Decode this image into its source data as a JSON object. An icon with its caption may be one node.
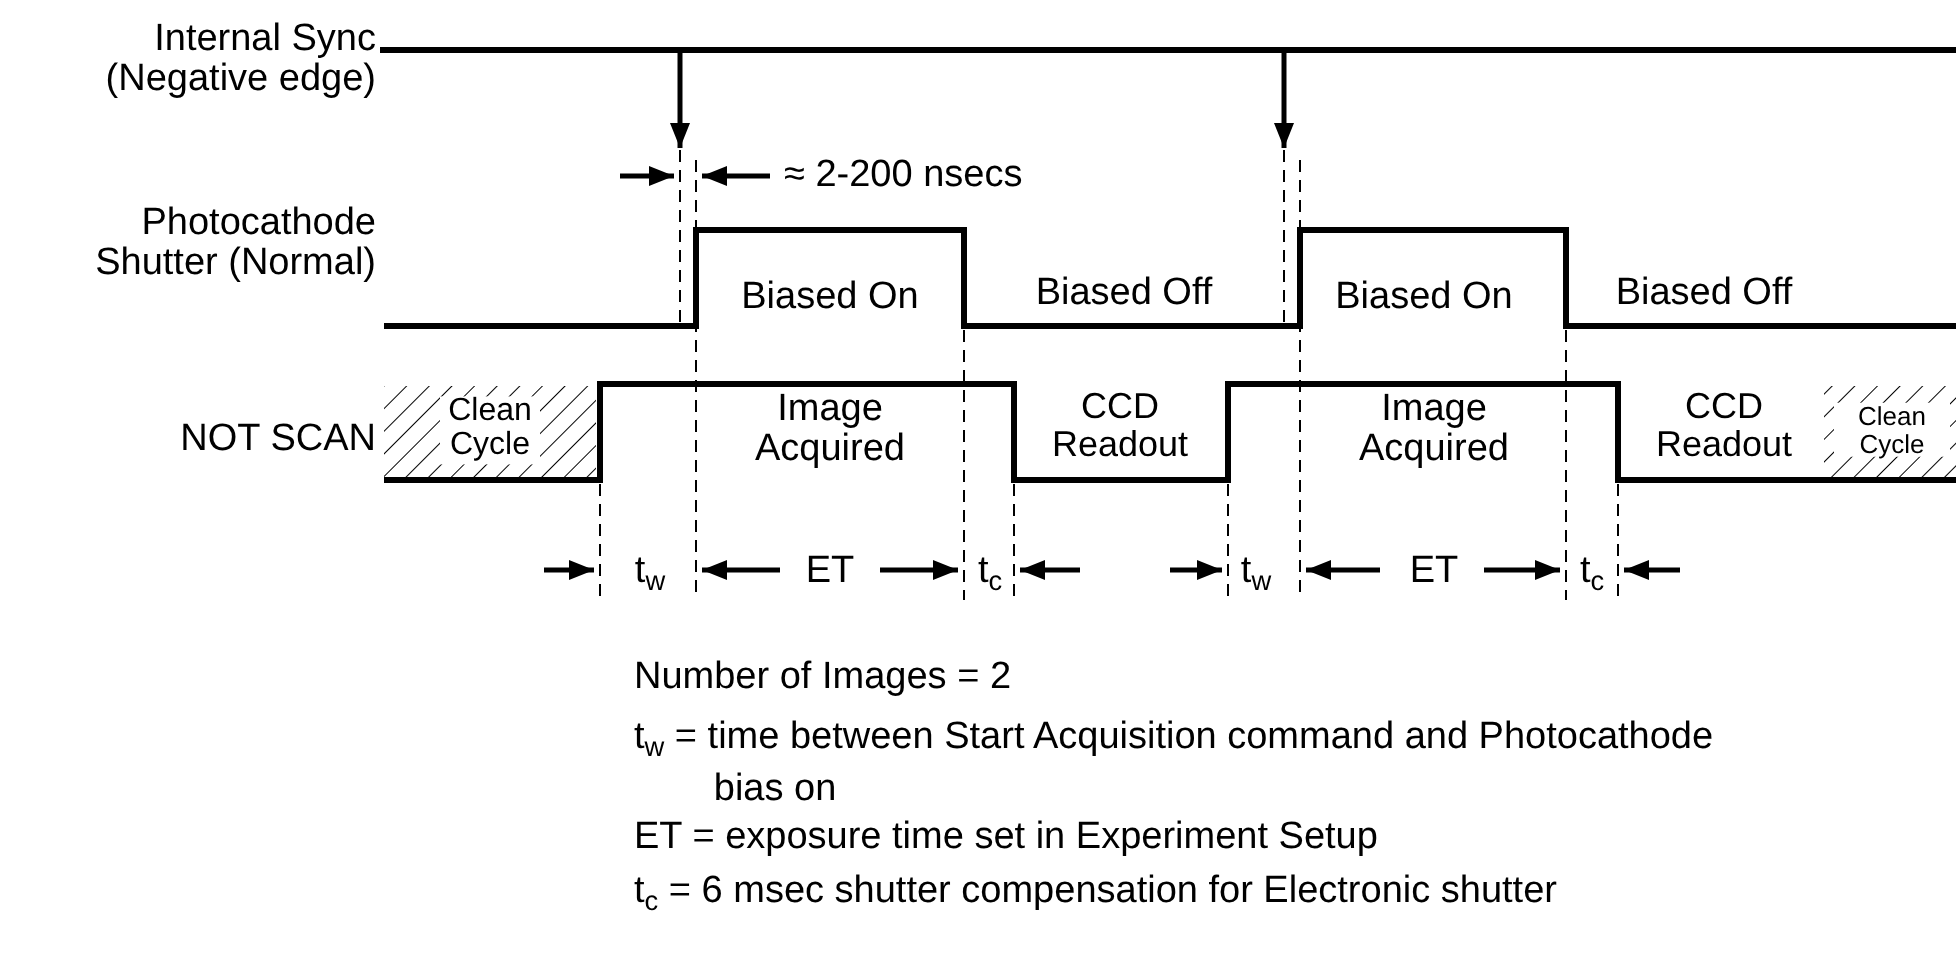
{
  "diagram": {
    "labels": [
      "Internal Sync (Negative edge)",
      "≈ 2-200 nsecs",
      "Photocathode Shutter (Normal)",
      "Biased On",
      "Biased Off",
      "Biased On",
      "Biased Off",
      "Clean Cycle",
      "NOT SCAN",
      "Image Acquired",
      "CCD Readout",
      "Image Acquired",
      "CCD Readout",
      "Clean Cycle",
      "t$_{w}$",
      "ET",
      "t$_{c}$",
      "t$_{w}$",
      "ET",
      "t$_{c}$",
      "Number of Images = 2",
      "t$_{w}$ = time between Start Acquisition command and Photocathode bias on",
      "ET = exposure time set in Experiment Setup",
      "t$_{c}$ = 6 msec shutter compensation for Electronic shutter"
    ]
  }
}
